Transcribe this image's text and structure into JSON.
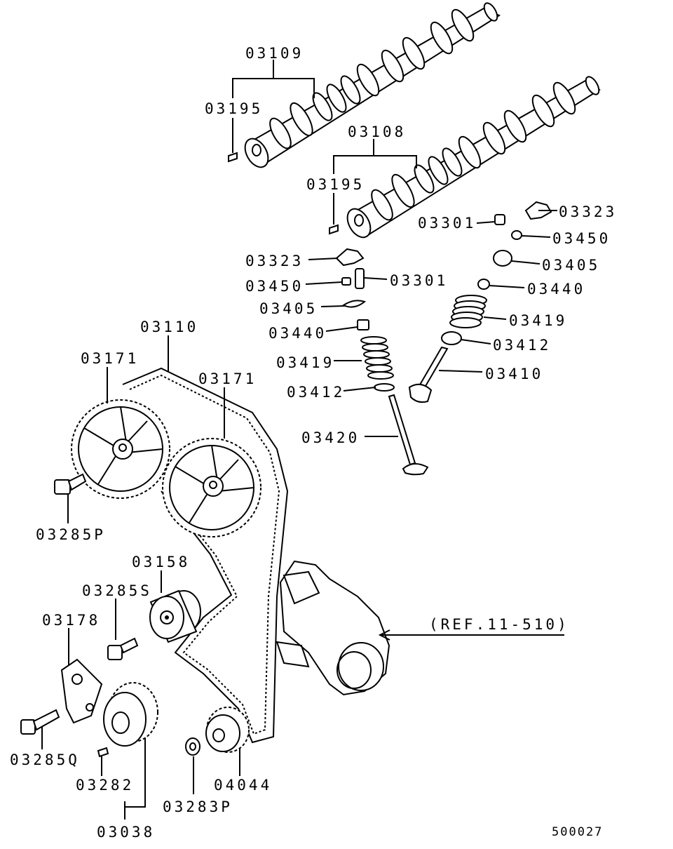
{
  "labels": {
    "p03109": "03109",
    "p03195a": "03195",
    "p03108": "03108",
    "p03195b": "03195",
    "p03301a": "03301",
    "p03323a": "03323",
    "p03450a": "03450",
    "p03405a": "03405",
    "p03323b": "03323",
    "p03301b": "03301",
    "p03405b": "03405",
    "p03450b": "03450",
    "p03440a": "03440",
    "p03440b": "03440",
    "p03419a": "03419",
    "p03412a": "03412",
    "p03419b": "03419",
    "p03410": "03410",
    "p03412b": "03412",
    "p03420": "03420",
    "p03110": "03110",
    "p03171a": "03171",
    "p03171b": "03171",
    "p03285p": "03285P",
    "p03158": "03158",
    "p03285s": "03285S",
    "p03178": "03178",
    "ref": "(REF.11-510)",
    "p03285q": "03285Q",
    "p03282": "03282",
    "p04044": "04044",
    "p03283p": "03283P",
    "p03038": "03038",
    "figno": "500027"
  }
}
